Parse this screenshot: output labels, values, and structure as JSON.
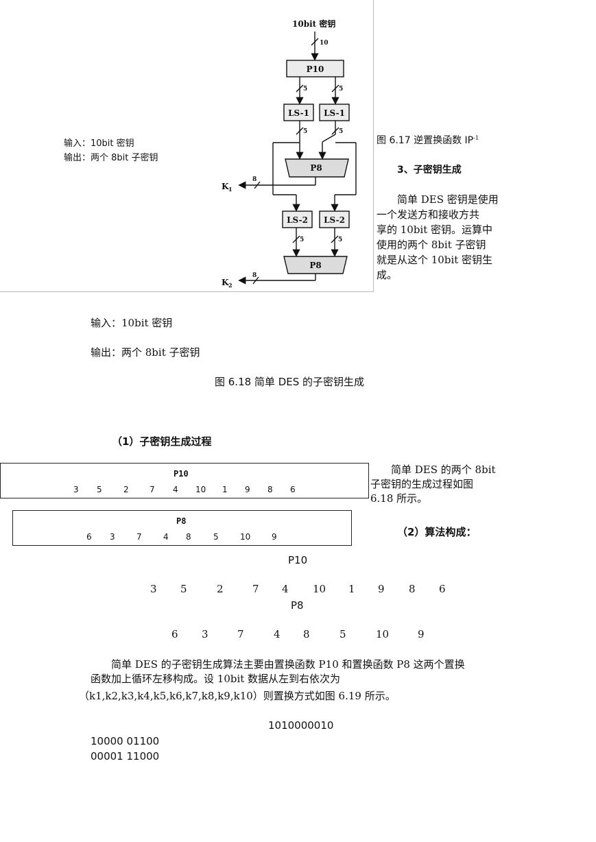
{
  "figure617": {
    "caption": "图 6.17   逆置换函数 IP",
    "caption_sup": "-1"
  },
  "diagram": {
    "key_label": "10bit 密钥",
    "bits10": "10",
    "p10": "P10",
    "five": "5",
    "ls1": "LS-1",
    "ls2": "LS-2",
    "p8": "P8",
    "eight": "8",
    "k1": "K",
    "k1_sub": "1",
    "k2": "K",
    "k2_sub": "2",
    "input": "输入：10bit 密钥",
    "output": "输出：两个 8bit 子密钥"
  },
  "section3": {
    "heading": "3、子密钥生成",
    "para_lines": [
      "简单 DES 密钥是使用",
      "一个发送方和接收方共",
      "享的 10bit 密钥。运算中",
      "使用的两个 8bit 子密钥",
      "就是从这个 10bit 密钥生",
      "成。"
    ]
  },
  "io": {
    "input": "输入：10bit 密钥",
    "output": "输出：两个 8bit 子密钥"
  },
  "figure618": {
    "caption": "图 6.18   简单 DES 的子密钥生成"
  },
  "sub1": {
    "heading": "（1）子密钥生成过程"
  },
  "side_para": {
    "lines": [
      "简单 DES 的两个 8bit",
      "子密钥的生成过程如图",
      "6.18 所示。"
    ]
  },
  "sub2": {
    "heading": "（2）算法构成："
  },
  "p10_table": {
    "title": "P10",
    "values": [
      "3",
      "5",
      "2",
      "7",
      "4",
      "10",
      "1",
      "9",
      "8",
      "6"
    ]
  },
  "p8_table": {
    "title": "P8",
    "values": [
      "6",
      "3",
      "7",
      "4",
      "8",
      "5",
      "10",
      "9"
    ]
  },
  "p10_plain": {
    "title": "P10",
    "values": [
      "3",
      "5",
      "2",
      "7",
      "4",
      "10",
      "1",
      "9",
      "8",
      "6"
    ]
  },
  "p8_plain": {
    "title": "P8",
    "values": [
      "6",
      "3",
      "7",
      "4",
      "8",
      "5",
      "10",
      "9"
    ]
  },
  "algo_para": {
    "line1": "简单 DES 的子密钥生成算法主要由置换函数 P10 和置换函数 P8 这两个置换",
    "line2": "函数加上循环左移构成。设 10bit 数据从左到右依次为",
    "line3": "（k1,k2,k3,k4,k5,k6,k7,k8,k9,k10）则置换方式如图 6.19 所示。"
  },
  "example": {
    "key": "1010000010",
    "row1": "10000 01100",
    "row2": "00001 11000"
  }
}
